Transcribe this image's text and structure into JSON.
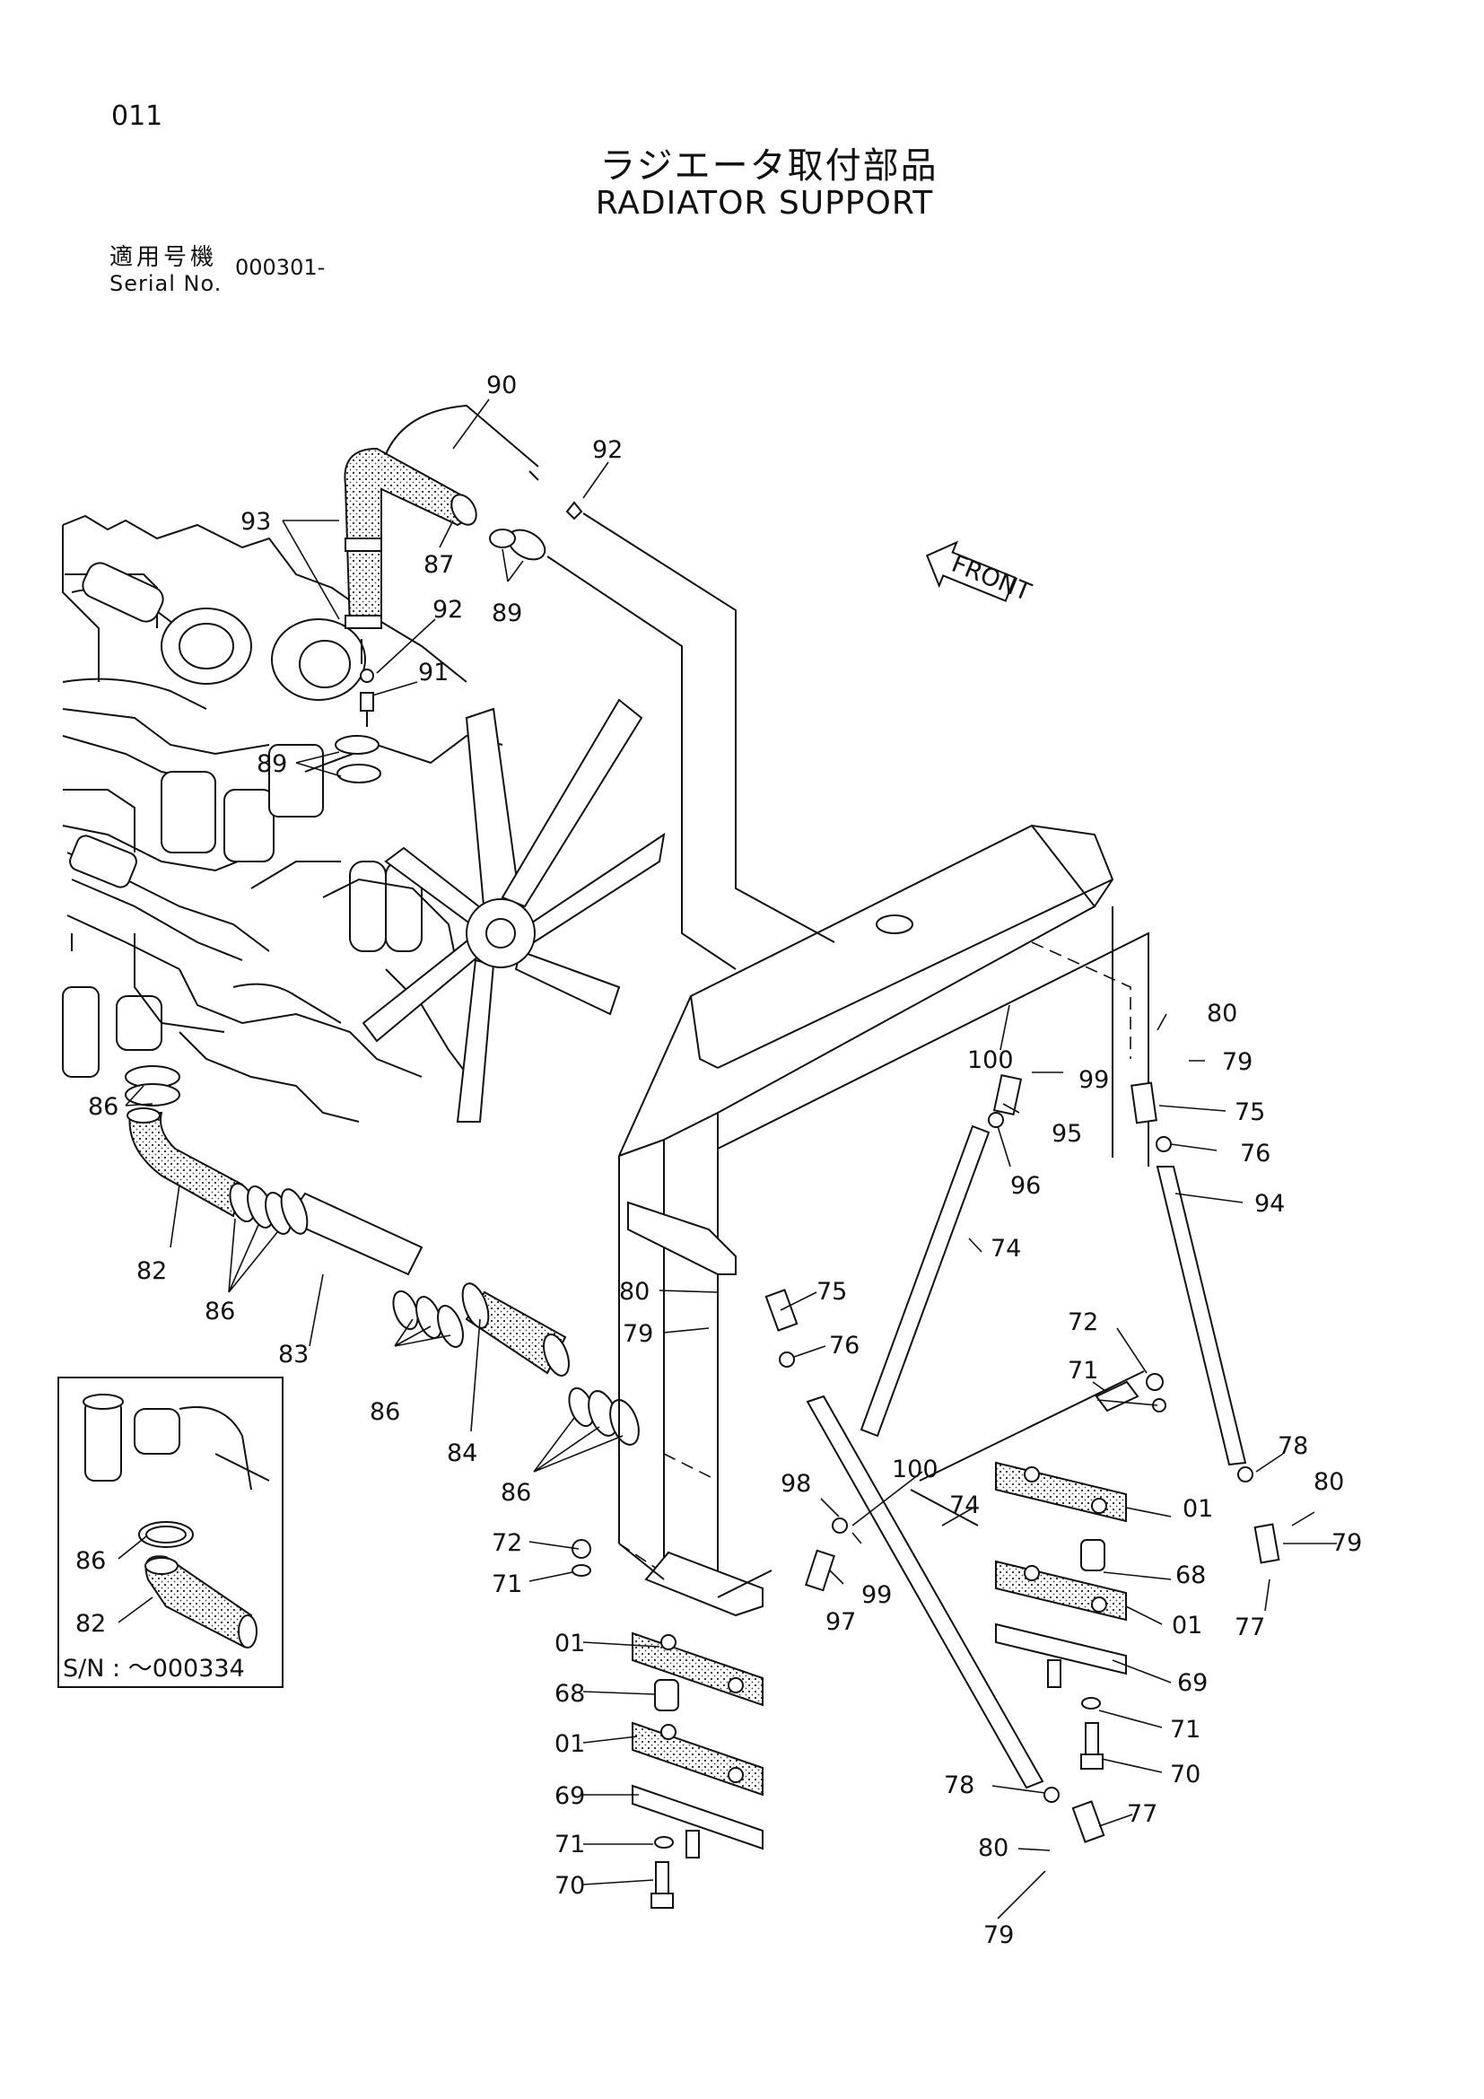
{
  "header": {
    "page_number": "011",
    "title_jp": "ラジエータ取付部品",
    "title_en": "RADIATOR SUPPORT",
    "serial_label_jp": "適用号機",
    "serial_label_en": "Serial No.",
    "serial_value": "000301-"
  },
  "front_label": "FRONT",
  "inset": {
    "serial_note": "S/N : ～000334"
  },
  "callouts": [
    "90",
    "92",
    "93",
    "87",
    "89",
    "92",
    "91",
    "89",
    "100",
    "80",
    "99",
    "79",
    "75",
    "95",
    "76",
    "96",
    "94",
    "86",
    "82",
    "86",
    "83",
    "80",
    "75",
    "79",
    "76",
    "74",
    "72",
    "71",
    "86",
    "84",
    "100",
    "74",
    "98",
    "78",
    "80",
    "86",
    "01",
    "79",
    "99",
    "97",
    "68",
    "01",
    "77",
    "69",
    "71",
    "70",
    "72",
    "71",
    "01",
    "68",
    "01",
    "69",
    "71",
    "70",
    "78",
    "77",
    "80",
    "79",
    "86",
    "82"
  ]
}
